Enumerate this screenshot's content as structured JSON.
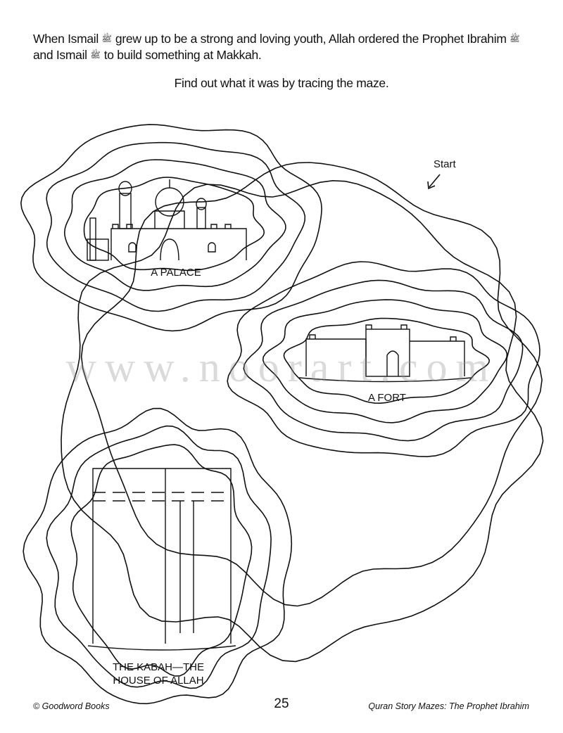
{
  "intro": {
    "part1": "When Ismail",
    "honorific": "ﷺ",
    "part2": "grew up to be a strong and loving youth, Allah ordered the Prophet Ibrahim",
    "part3": "and Ismail",
    "part4": "to build something at Makkah."
  },
  "instruction": "Find out what it was by tracing the maze.",
  "maze": {
    "start_label": "Start",
    "options": [
      {
        "label": "A PALACE"
      },
      {
        "label": "A FORT"
      },
      {
        "label_line1": "THE KABAH—THE",
        "label_line2": "HOUSE OF ALLAH"
      }
    ]
  },
  "watermark": "www.noorart.com",
  "footer": {
    "copyright": "© Goodword Books",
    "page_number": "25",
    "book_title": "Quran Story Mazes: The Prophet Ibrahim"
  }
}
